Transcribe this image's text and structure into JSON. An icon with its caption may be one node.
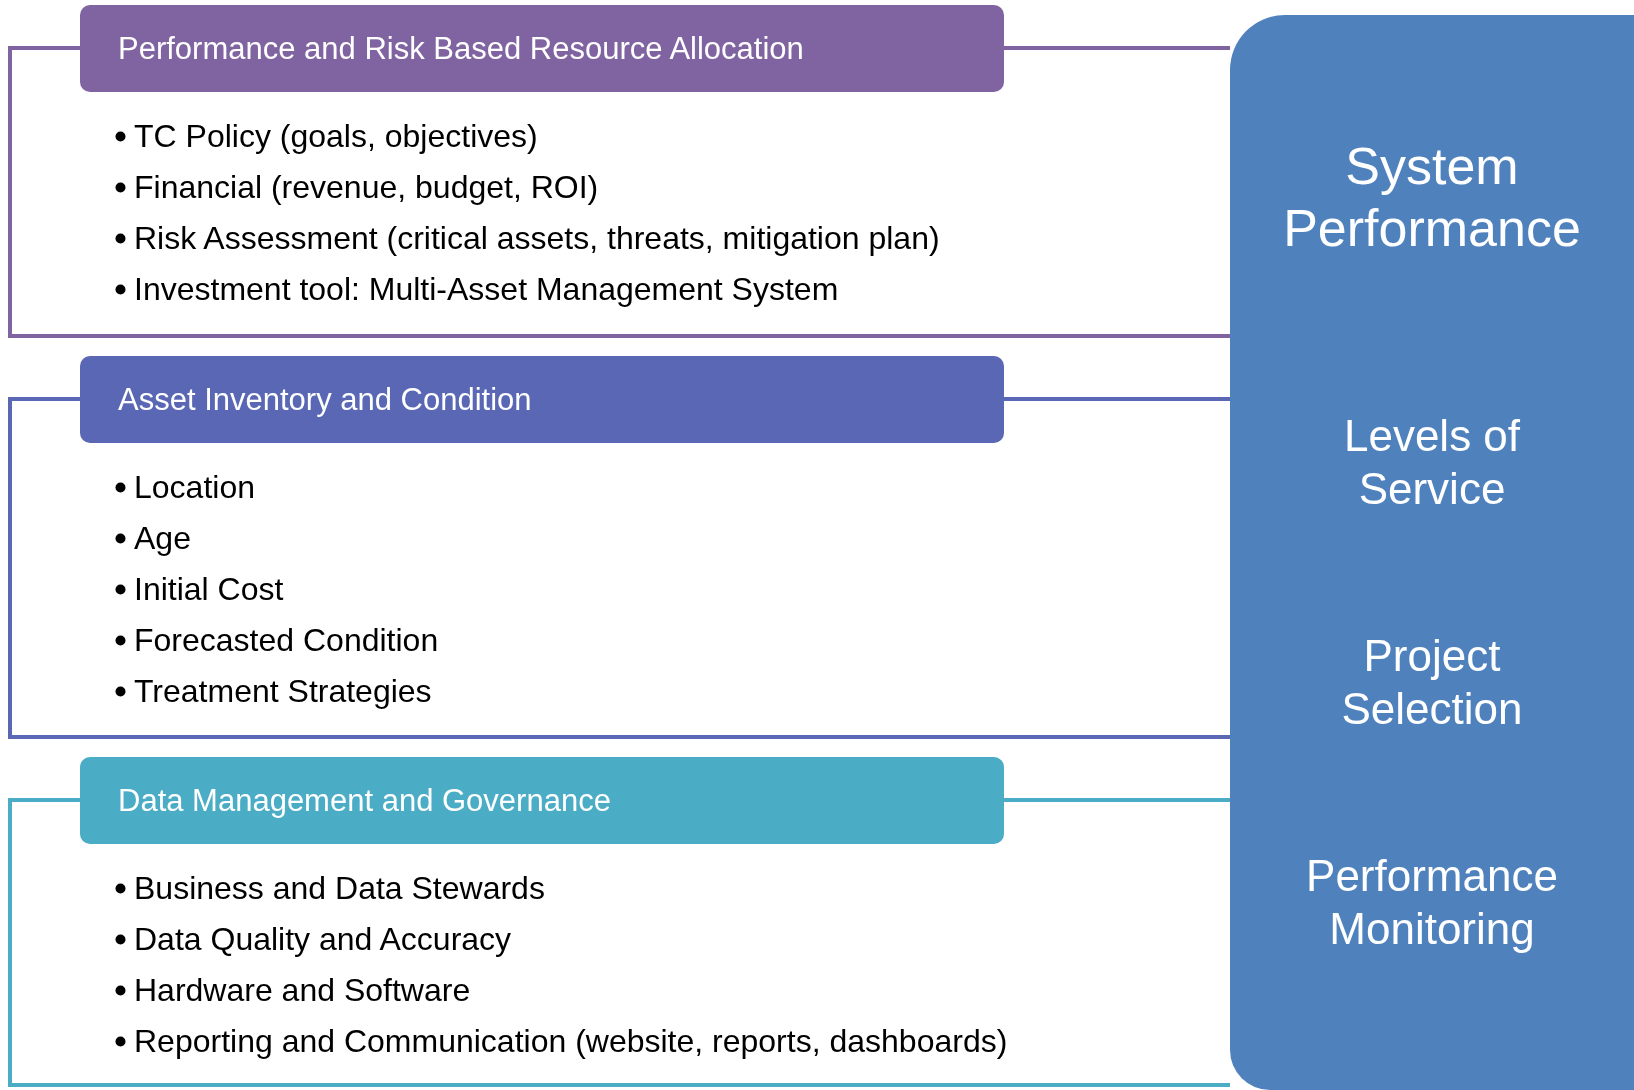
{
  "diagram": {
    "nodes": [
      {
        "text": [
          "Performance and Risk Based Resource Allocation"
        ]
      },
      {
        "text": [
          "Asset Inventory and Condition"
        ]
      },
      {
        "text": [
          "Data Management and Governance"
        ]
      },
      {
        "text": [
          "System Performance",
          "Levels of Service",
          "Project Selection",
          "Performance Monitoring"
        ]
      }
    ],
    "edges": [
      {
        "from": 0,
        "to": 3,
        "arrow": "none"
      },
      {
        "from": 0,
        "to": 3,
        "arrow": "none"
      },
      {
        "from": 1,
        "to": 3,
        "arrow": "none"
      },
      {
        "from": 1,
        "to": 3,
        "arrow": "none"
      },
      {
        "from": 2,
        "to": 3,
        "arrow": "none"
      },
      {
        "from": 2,
        "to": 3,
        "arrow": "none"
      }
    ],
    "labels": [
      "TC Policy (goals, objectives)",
      "Financial (revenue, budget, ROI)",
      "Risk Assessment (critical assets, threats, mitigation plan)",
      "Investment tool: Multi-Asset Management System",
      "Location",
      "Age",
      "Initial Cost",
      "Forecasted Condition",
      "Treatment Strategies",
      "Business and Data Stewards",
      "Data Quality and Accuracy",
      "Hardware and Software",
      "Reporting and Communication (website, reports, dashboards)"
    ]
  }
}
